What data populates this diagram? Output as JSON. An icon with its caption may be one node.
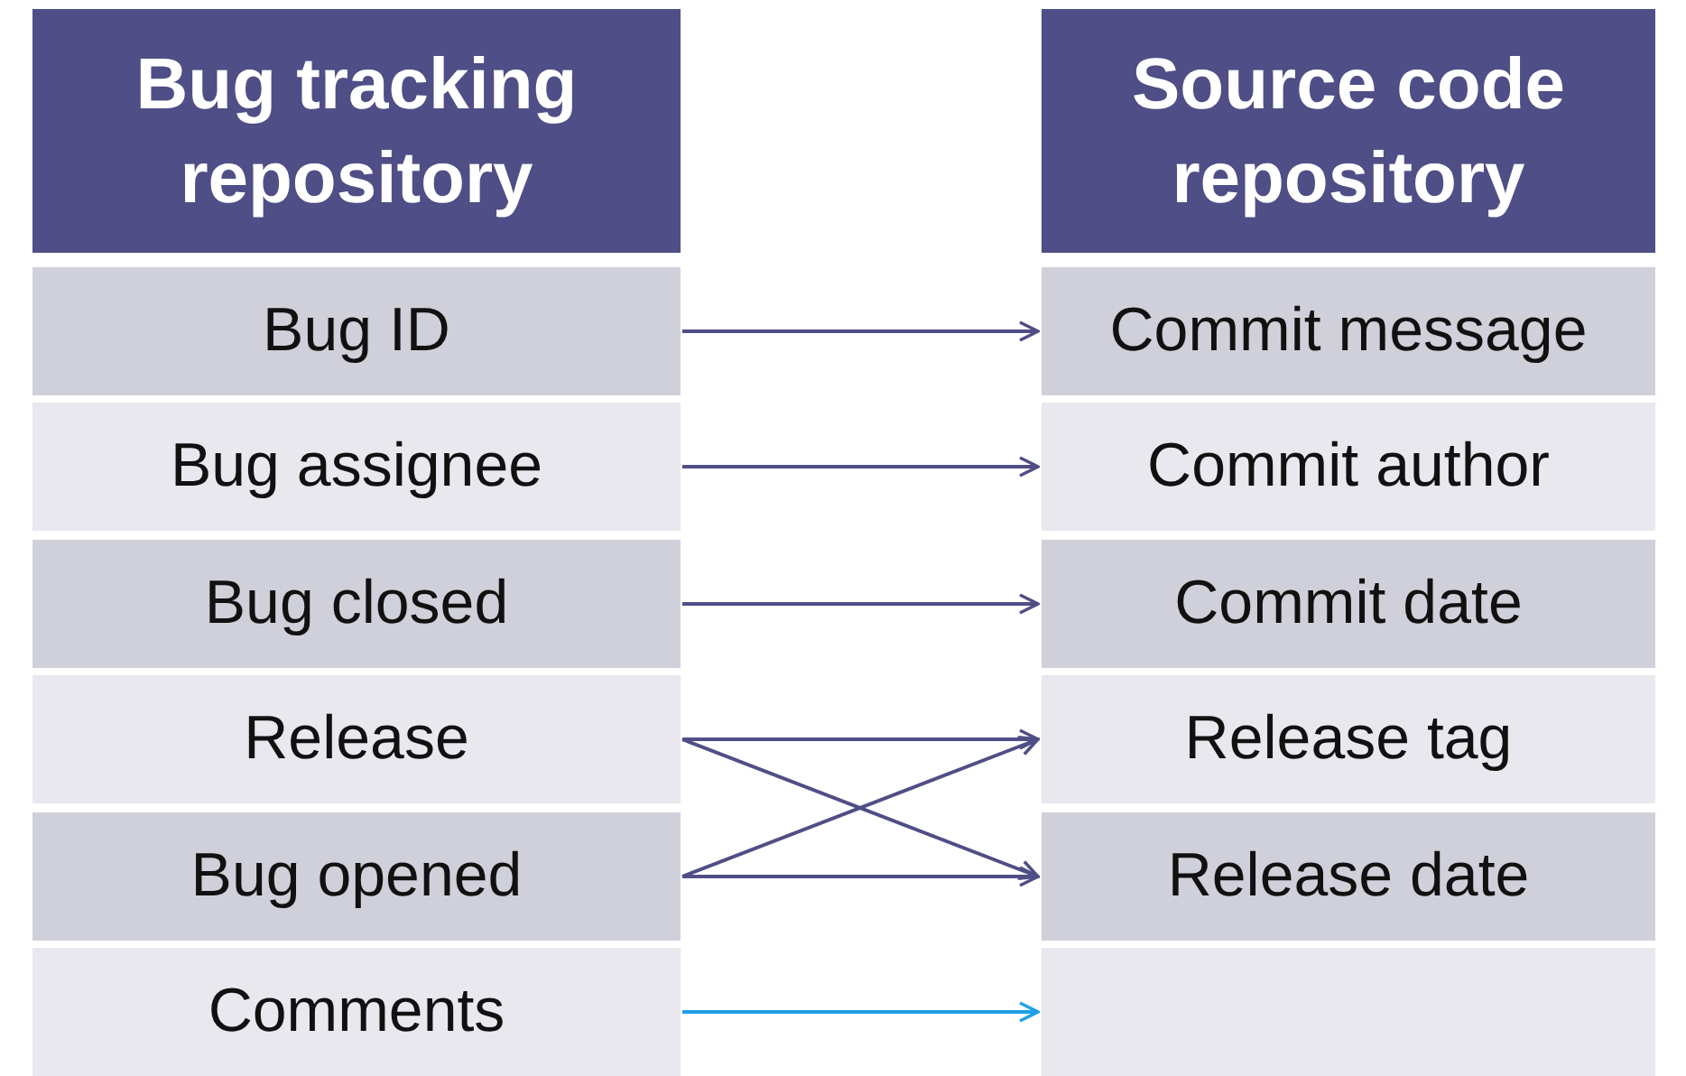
{
  "diagram": {
    "nodes": [
      {
        "text": [
          "Bug tracking repository"
        ]
      },
      {
        "text": [
          "Bug ID"
        ]
      },
      {
        "text": [
          "Bug assignee"
        ]
      },
      {
        "text": [
          "Bug closed"
        ]
      },
      {
        "text": [
          "Release"
        ]
      },
      {
        "text": [
          "Bug opened"
        ]
      },
      {
        "text": [
          "Comments"
        ]
      },
      {
        "text": [
          "Source code repository"
        ]
      },
      {
        "text": [
          "Commit message"
        ]
      },
      {
        "text": [
          "Commit author"
        ]
      },
      {
        "text": [
          "Commit date"
        ]
      },
      {
        "text": [
          "Release tag"
        ]
      },
      {
        "text": [
          "Release date"
        ]
      },
      {
        "text": [],
        "shape": "box"
      }
    ],
    "edges": [
      {
        "from": 1,
        "to": 8,
        "arrow": "to"
      },
      {
        "from": 2,
        "to": 9,
        "arrow": "to"
      },
      {
        "from": 3,
        "to": 10,
        "arrow": "to"
      },
      {
        "from": 4,
        "to": 11,
        "arrow": "to"
      },
      {
        "from": 4,
        "to": 12,
        "arrow": "to"
      },
      {
        "from": 5,
        "to": 11,
        "arrow": "to"
      },
      {
        "from": 5,
        "to": 12,
        "arrow": "to"
      },
      {
        "from": 6,
        "to": 13,
        "arrow": "to",
        "color": "#1ea0e6"
      }
    ]
  }
}
